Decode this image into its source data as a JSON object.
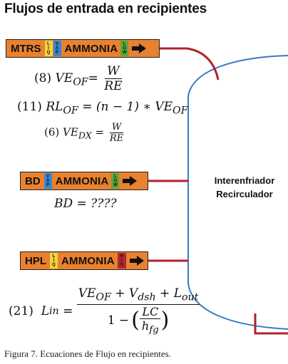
{
  "title": "Flujos de entrada en recipientes",
  "vessel": {
    "line1": "Interenfriador",
    "line2": "Recirculador"
  },
  "labels": [
    {
      "code": "MTRS",
      "tags": [
        "LIQ",
        "VAP"
      ],
      "fluid": "AMMONIA",
      "end_tag": "LOW"
    },
    {
      "code": "BD",
      "tags": [
        "VAP"
      ],
      "fluid": "AMMONIA",
      "end_tag": "LOW"
    },
    {
      "code": "HPL",
      "tags": [
        "LIQ"
      ],
      "fluid": "AMMONIA",
      "end_tag": "HIGH"
    }
  ],
  "equations": {
    "eq8": {
      "ref": "(8)",
      "lhs_base": "VE",
      "lhs_sub": "OF",
      "num": "W",
      "den": "RE"
    },
    "eq11": {
      "ref": "(11)",
      "lhs_base": "RL",
      "lhs_sub": "OF",
      "rhs": "(n − 1) ∗ VE",
      "rhs_sub": "OF"
    },
    "eq6": {
      "ref": "(6)",
      "lhs_base": "VE",
      "lhs_sub": "DX",
      "num": "W",
      "den": "RE"
    },
    "bd": "BD = ????",
    "eq21": {
      "ref": "(21)",
      "lhs_base": "L",
      "lhs_sub": "in",
      "num_t1": "VE",
      "num_t1_sub": "OF",
      "num_t2": "V",
      "num_t2_sub": "dsh",
      "num_t3": "L",
      "num_t3_sub": "out",
      "den_pre": "1 −",
      "den_num": "LC",
      "den_den": "h",
      "den_den_sub": "fg"
    }
  },
  "caption": "Figura 7.  Ecuaciones de Flujo en recipientes.",
  "colors": {
    "pipe": "#b0222a",
    "vessel_outline": "#3b78c4",
    "label_bg": "#e9812f",
    "liq": "#f3d23b",
    "vap": "#3a86d6",
    "low": "#5aa83e",
    "high": "#b3262e"
  },
  "icons": [
    "right-arrow-icon"
  ]
}
